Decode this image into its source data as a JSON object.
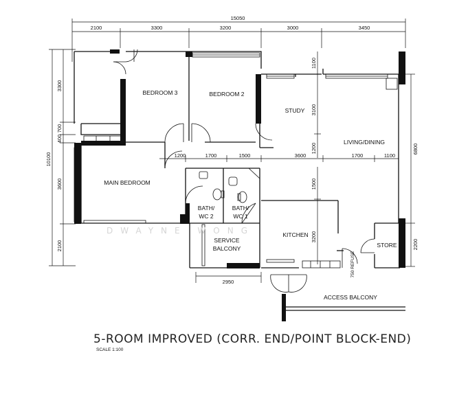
{
  "plan": {
    "title": "5-ROOM IMPROVED (CORR. END/POINT BLOCK-END)",
    "scale": "SCALE   1:100",
    "watermark": "DWAYNE WONG",
    "dimensions": {
      "overall_width": "15050",
      "top_segments": [
        "2100",
        "3300",
        "3200",
        "3000",
        "3450"
      ],
      "left_outer": "10100",
      "left_segments": [
        "3300",
        "700",
        "400",
        "3600",
        "2100"
      ],
      "right_segments": [
        "6800",
        "2200"
      ],
      "inner_row": [
        "1200",
        "1700",
        "1500",
        "3600",
        "1700",
        "1100"
      ],
      "study_top": "1100",
      "study_side": "3100",
      "study_bottom": "1200",
      "kitchen_top": "1500",
      "kitchen_side": "3200",
      "service_balcony_width": "2950",
      "store_door": "750 REFUSE"
    },
    "rooms": {
      "bedroom3": "BEDROOM 3",
      "bedroom2": "BEDROOM 2",
      "study": "STUDY",
      "living": "LIVING/DINING",
      "main_bedroom": "MAIN BEDROOM",
      "bath2_line1": "BATH/",
      "bath2_line2": "WC 2",
      "bath1_line1": "BATH/",
      "bath1_line2": "WC 1",
      "service_line1": "SERVICE",
      "service_line2": "BALCONY",
      "kitchen": "KITCHEN",
      "store": "STORE",
      "access_balcony": "ACCESS BALCONY"
    }
  }
}
